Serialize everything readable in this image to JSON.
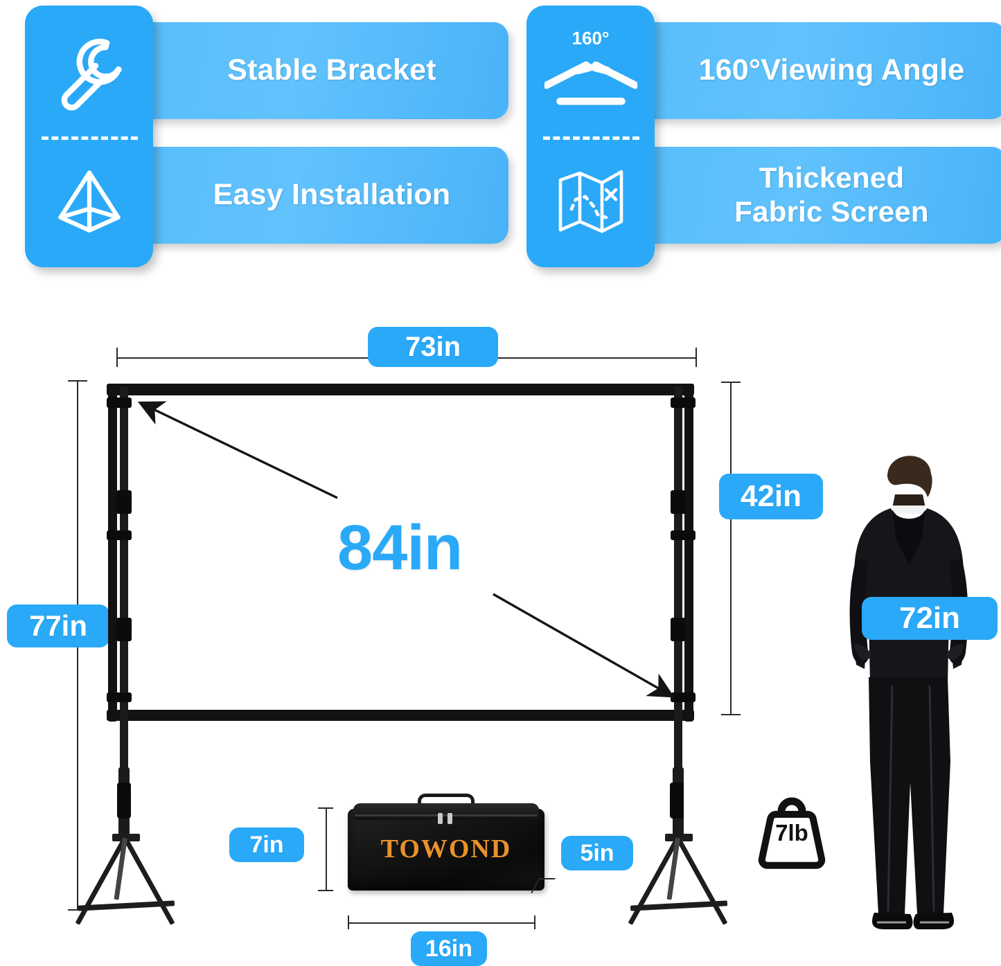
{
  "features": {
    "left_panel": {
      "icons": [
        "wrench-icon",
        "pyramid-icon"
      ],
      "items": [
        {
          "label": "Stable Bracket",
          "icon": "wrench-icon"
        },
        {
          "label": "Easy Installation",
          "icon": "pyramid-icon"
        }
      ]
    },
    "right_panel": {
      "icons": [
        "viewing-angle-icon",
        "folded-map-icon"
      ],
      "angle_icon_label": "160°",
      "items": [
        {
          "label": "160°Viewing Angle",
          "icon": "viewing-angle-icon"
        },
        {
          "label": "Thickened\nFabric Screen",
          "line1": "Thickened",
          "line2": "Fabric Screen",
          "icon": "folded-map-icon"
        }
      ]
    }
  },
  "dimensions": {
    "screen_width": "73in",
    "screen_height": "42in",
    "screen_diagonal": "84in",
    "stand_total_height": "77in",
    "person_height": "72in",
    "bag_height": "7in",
    "bag_width": "16in",
    "bag_depth": "5in",
    "weight": "7lb"
  },
  "bag": {
    "brand": "TOWOND"
  },
  "colors": {
    "accent_blue": "#2aa9f8",
    "label_blue": "#57bdfb",
    "brand_orange": "#e8922a",
    "frame_black": "#121212",
    "rule_gray": "#2b2b2b"
  }
}
